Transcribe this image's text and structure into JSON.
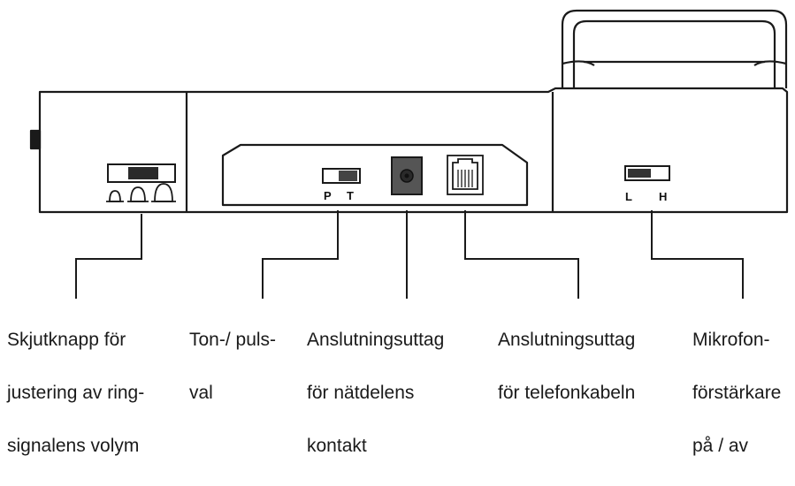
{
  "switches": {
    "tone_pulse": {
      "left": "P",
      "right": "T"
    },
    "mic": {
      "left": "L",
      "right": "H"
    }
  },
  "callouts": [
    {
      "id": "ring-volume",
      "lines": [
        "Skjutknapp för",
        "justering av ring-",
        "signalens volym"
      ]
    },
    {
      "id": "tone-pulse",
      "lines": [
        "Ton-/ puls-",
        "val"
      ]
    },
    {
      "id": "power-jack",
      "lines": [
        "Anslutningsuttag",
        "för nätdelens",
        "kontakt"
      ]
    },
    {
      "id": "phone-jack",
      "lines": [
        "Anslutningsuttag",
        "för telefonkabeln"
      ]
    },
    {
      "id": "mic-amp",
      "lines": [
        "Mikrofon-",
        "förstärkare",
        "på / av"
      ]
    }
  ]
}
